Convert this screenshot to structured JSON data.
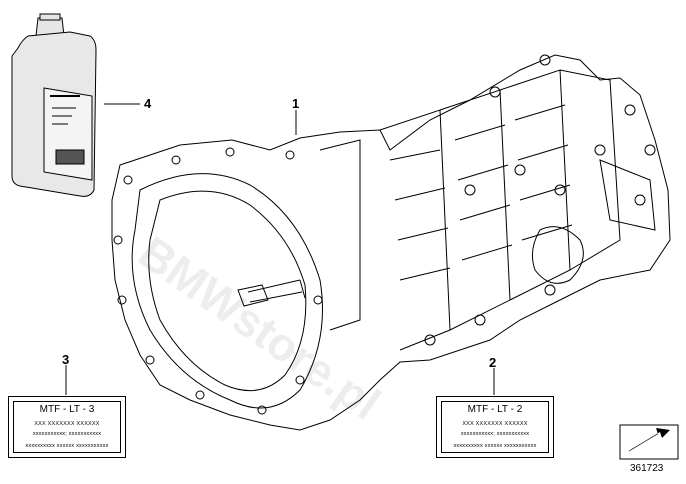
{
  "callouts": {
    "c1": "1",
    "c2": "2",
    "c3": "3",
    "c4": "4"
  },
  "label_left": {
    "title": "MTF - LT - 3",
    "line1": "XXX XXXXXXX XXXXXX",
    "line2": "xxxxxxxxxxx; xxxxxxxxxxx",
    "line3": "xxxxxxxxxx xxxxxx xxxxxxxxxxx"
  },
  "label_right": {
    "title": "MTF - LT - 2",
    "line1": "XXX XXXXXXX XXXXXX",
    "line2": "xxxxxxxxxxx; xxxxxxxxxxx",
    "line3": "xxxxxxxxxx xxxxxx xxxxxxxxxxx"
  },
  "watermark": "BMWstore.pl",
  "ref_number": "361723",
  "colors": {
    "line": "#000000",
    "bottle_fill": "#e6e6e6",
    "bottle_label": "#f2f2f2",
    "watermark": "#cccccc"
  },
  "icons": [
    "oil-bottle-icon",
    "transmission-drawing",
    "arrow-ref-icon"
  ]
}
